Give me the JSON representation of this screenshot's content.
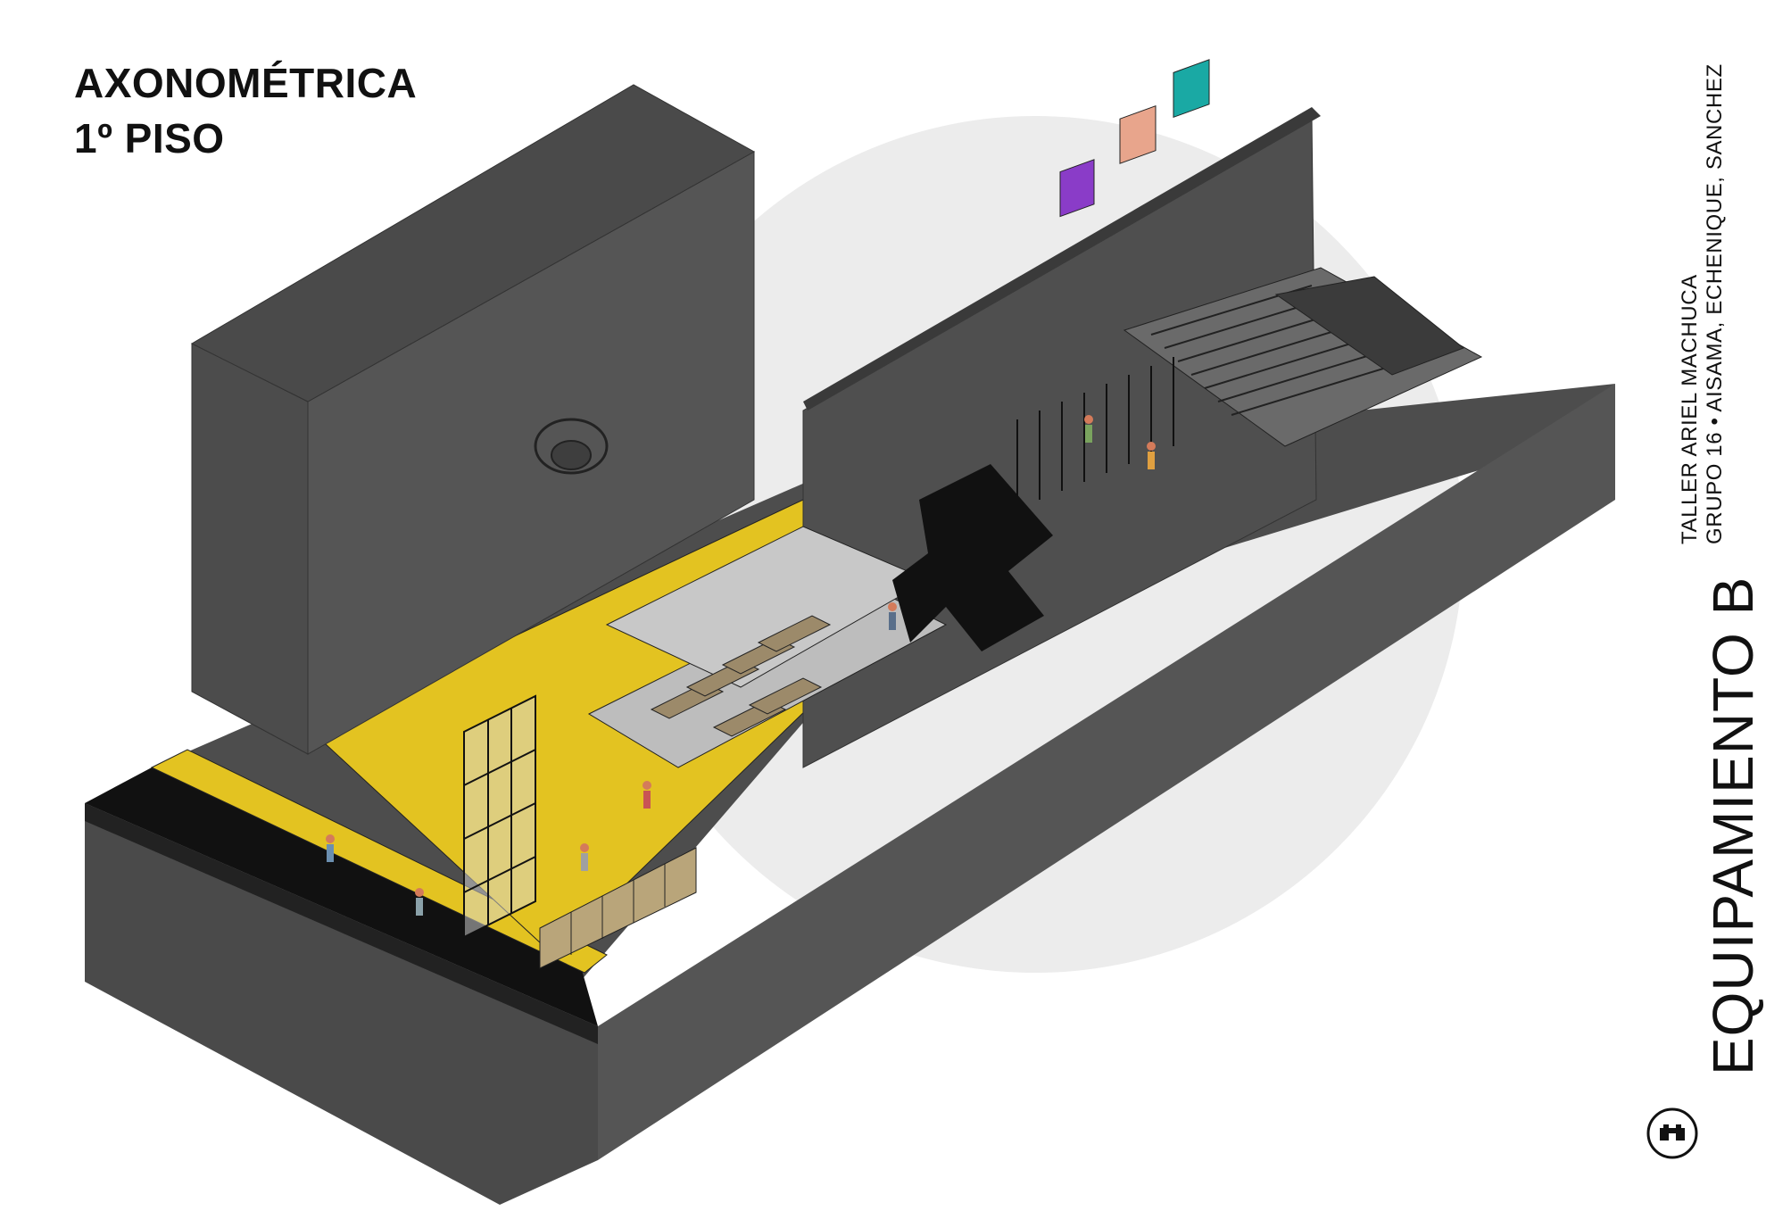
{
  "header": {
    "title_line1": "AXONOMÉTRICA",
    "title_line2": "1º PISO"
  },
  "sidebar": {
    "project_title": "EQUIPAMIENTO B",
    "line1": "TALLER ARIEL MACHUCA",
    "line2": "GRUPO 16 • AISAMA, ECHENIQUE, SANCHEZ"
  },
  "logo": {
    "icon": "workshop-logo-icon"
  },
  "colors": {
    "dark_gray": "#4a4a4a",
    "mid_gray": "#5a5a5a",
    "light_gray": "#6a6a6a",
    "floor_yellow": "#e3c321",
    "floor_gray": "#bdbdbd",
    "black": "#111111",
    "background_circle": "#ececec",
    "accent_purple": "#8a3cc8",
    "accent_pink": "#e8a58c",
    "accent_teal": "#1aa9a4"
  }
}
